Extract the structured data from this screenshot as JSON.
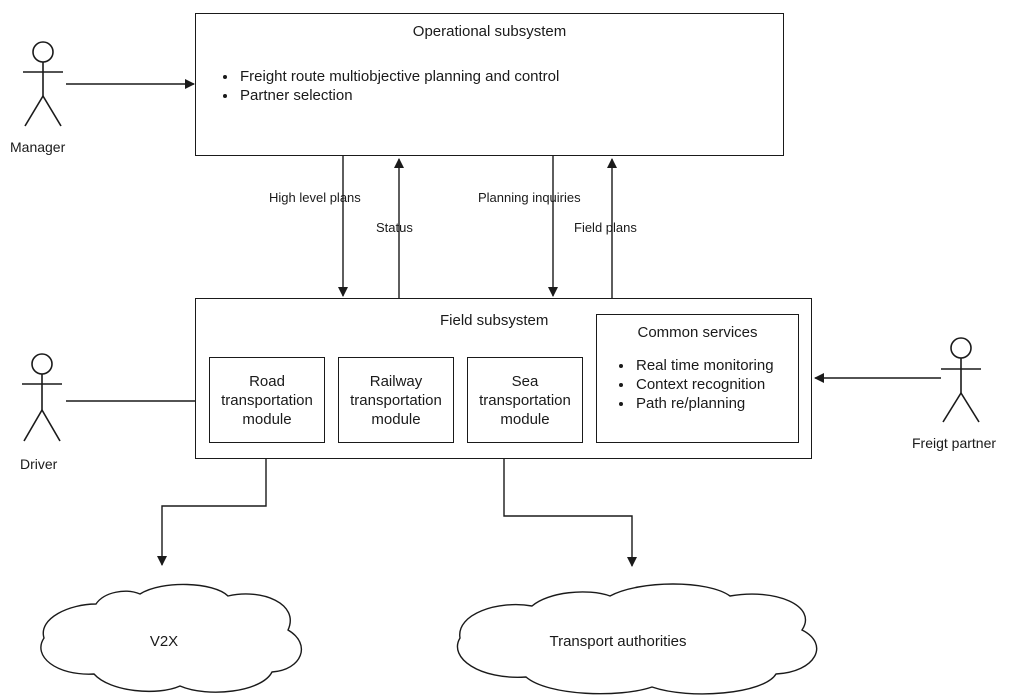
{
  "operational": {
    "title": "Operational subsystem",
    "bullets": [
      "Freight route multiobjective planning and control",
      "Partner selection"
    ]
  },
  "field": {
    "title": "Field subsystem",
    "modules": [
      {
        "label": "Road transportation module"
      },
      {
        "label": "Railway transportation module"
      },
      {
        "label": "Sea transportation module"
      }
    ],
    "common": {
      "title": "Common services",
      "bullets": [
        "Real time monitoring",
        "Context recognition",
        "Path re/planning"
      ]
    }
  },
  "actors": {
    "manager": "Manager",
    "driver": "Driver",
    "partner": "Freigt partner"
  },
  "flows": {
    "high_level_plans": "High level plans",
    "status": "Status",
    "planning_inquiries": "Planning inquiries",
    "field_plans": "Field plans"
  },
  "clouds": {
    "v2x": "V2X",
    "authorities": "Transport authorities"
  }
}
